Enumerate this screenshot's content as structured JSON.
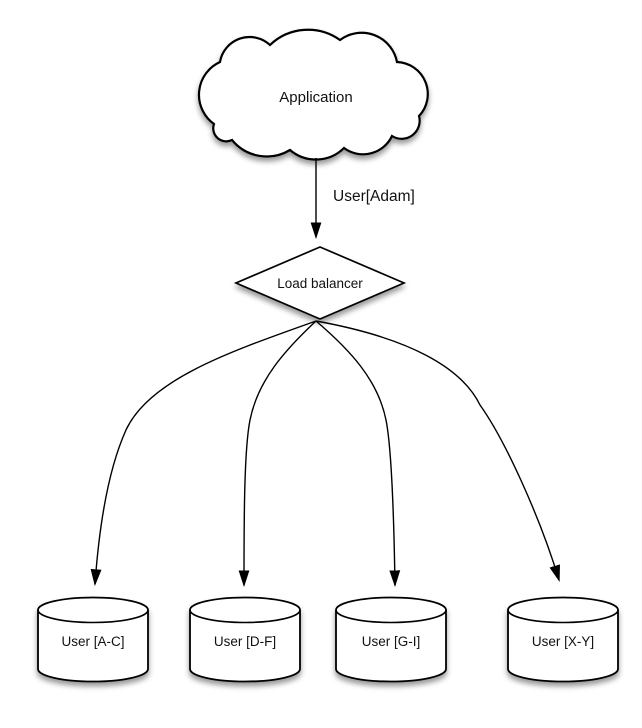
{
  "diagram": {
    "type": "architecture-sharding-diagram",
    "background": "#ffffff",
    "colors": {
      "node_fill": "#ffffff",
      "stroke": "#000000",
      "text": "#111111",
      "shadow": "rgba(0,0,0,0.4)"
    },
    "nodes": {
      "application": {
        "label": "Application",
        "shape": "cloud"
      },
      "load_balancer": {
        "label": "Load balancer",
        "shape": "diamond"
      },
      "shard_ac": {
        "label": "User [A-C]",
        "shape": "cylinder"
      },
      "shard_df": {
        "label": "User [D-F]",
        "shape": "cylinder"
      },
      "shard_gi": {
        "label": "User [G-I]",
        "shape": "cylinder"
      },
      "shard_xy": {
        "label": "User [X-Y]",
        "shape": "cylinder"
      }
    },
    "edges": [
      {
        "from": "application",
        "to": "load_balancer",
        "label": "User[Adam]",
        "arrow": "end"
      },
      {
        "from": "load_balancer",
        "to": "shard_ac",
        "label": "",
        "arrow": "end"
      },
      {
        "from": "load_balancer",
        "to": "shard_df",
        "label": "",
        "arrow": "end"
      },
      {
        "from": "load_balancer",
        "to": "shard_gi",
        "label": "",
        "arrow": "end"
      },
      {
        "from": "load_balancer",
        "to": "shard_xy",
        "label": "",
        "arrow": "end"
      }
    ]
  }
}
